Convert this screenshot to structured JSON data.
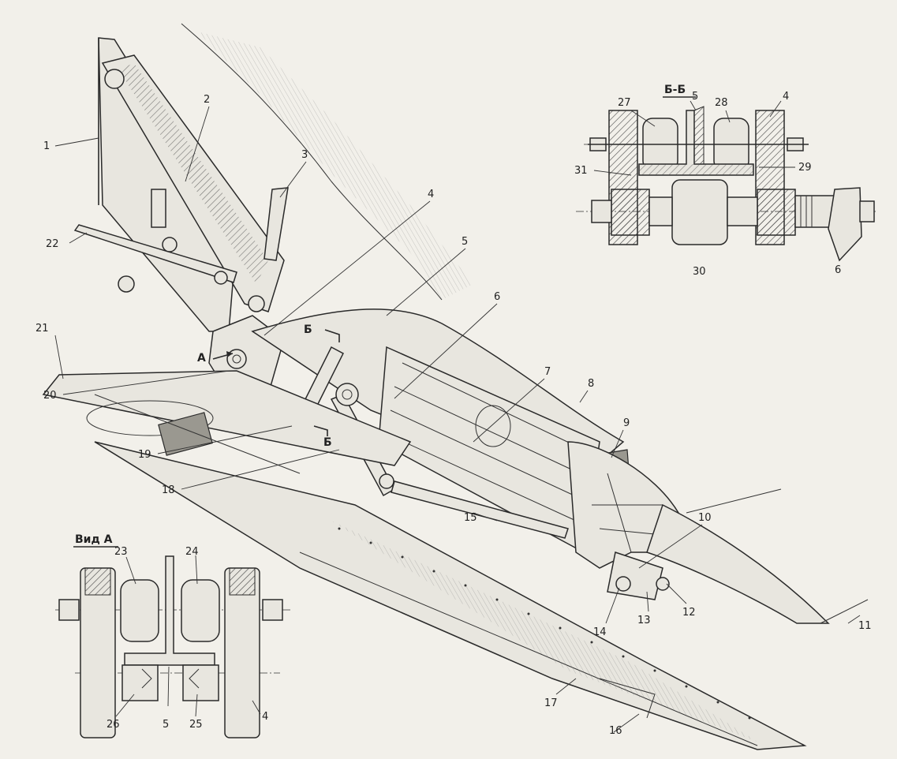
{
  "section_bb": {
    "title": "Б-Б",
    "labels": [
      "27",
      "5",
      "28",
      "4",
      "31",
      "29",
      "30",
      "6"
    ]
  },
  "view_a": {
    "title": "Вид А",
    "labels": [
      "23",
      "24",
      "4",
      "26",
      "5",
      "25"
    ]
  },
  "main": {
    "labels": [
      "1",
      "2",
      "3",
      "22",
      "4",
      "5",
      "6",
      "21",
      "20",
      "19",
      "18",
      "7",
      "8",
      "9",
      "10",
      "15",
      "14",
      "13",
      "12",
      "11",
      "17",
      "16"
    ],
    "markers": [
      "Б",
      "Б",
      "А"
    ]
  }
}
